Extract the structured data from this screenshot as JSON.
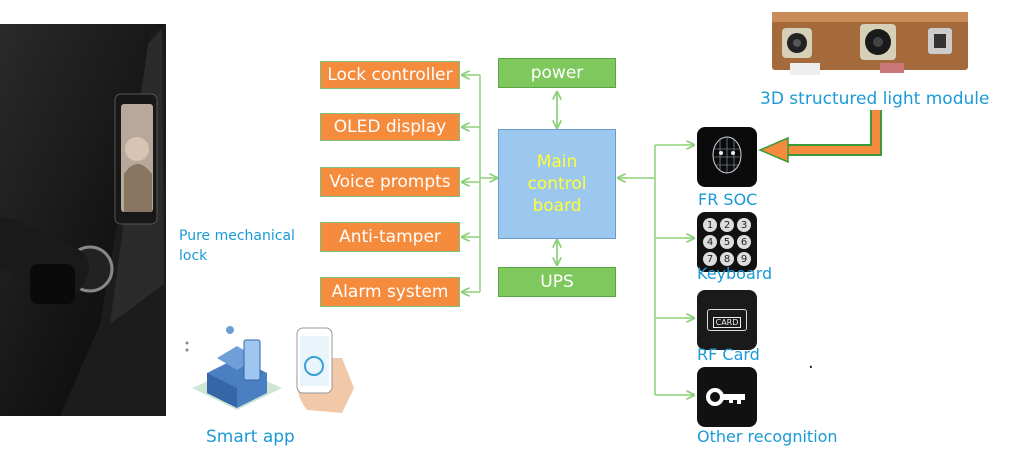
{
  "left_boxes": [
    {
      "label": "Lock controller"
    },
    {
      "label": "OLED display"
    },
    {
      "label": "Voice prompts"
    },
    {
      "label": "Anti-tamper"
    },
    {
      "label": "Alarm system"
    }
  ],
  "power": "power",
  "ups": "UPS",
  "main_board": "Main control board",
  "mechanical_label": "Pure mechanical lock",
  "smart_app": "Smart app",
  "module_label": "3D structured light module",
  "fr_soc": "FR SOC",
  "keyboard": "Keyboard",
  "keypad_keys": [
    "1",
    "2",
    "3",
    "4",
    "5",
    "6",
    "7",
    "8",
    "9"
  ],
  "rf_card": "RF Card",
  "card_text": "CARD",
  "other": "Other recognition",
  "dot": ".",
  "colors": {
    "orange": "#f58b3c",
    "green": "#7fc85e",
    "line": "#8dd07a",
    "blue_text": "#1a9ad6",
    "board": "#9cc8f0",
    "board_text": "#ffff33"
  }
}
